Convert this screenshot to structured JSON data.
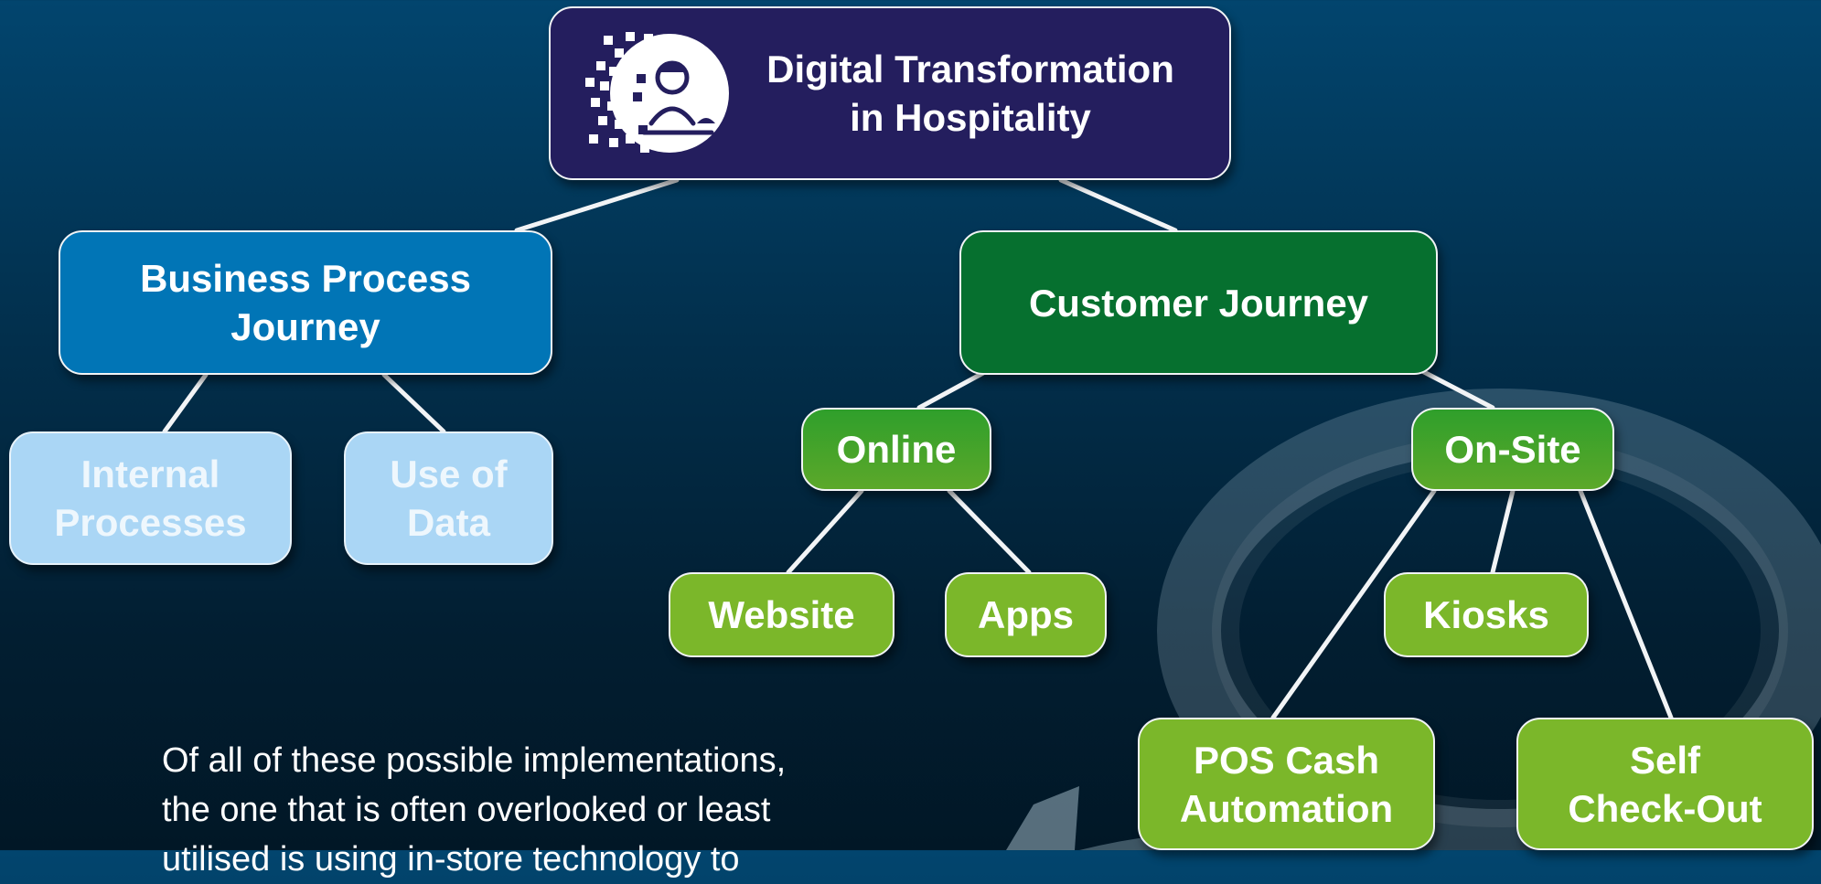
{
  "root": {
    "title": "Digital Transformation\nin Hospitality",
    "icon": "digital-hospitality-staff-icon"
  },
  "business": {
    "title": "Business Process\nJourney",
    "children": [
      "Internal\nProcesses",
      "Use of\nData"
    ]
  },
  "customer": {
    "title": "Customer Journey",
    "online": {
      "title": "Online",
      "children": [
        "Website",
        "Apps"
      ]
    },
    "onsite": {
      "title": "On-Site",
      "children": [
        "Kiosks",
        "POS Cash\nAutomation",
        "Self\nCheck-Out"
      ]
    }
  },
  "caption": "Of all of these possible implementations,\nthe one that is often overlooked or least\nutilised is using in-store technology to",
  "colors": {
    "root": "#241e5e",
    "business": "#0175b6",
    "business_children": "#aad6f5",
    "customer": "#06702f",
    "channel": "#3ea12b",
    "leaf": "#7bb72a",
    "connector": "#f2f4f6"
  }
}
